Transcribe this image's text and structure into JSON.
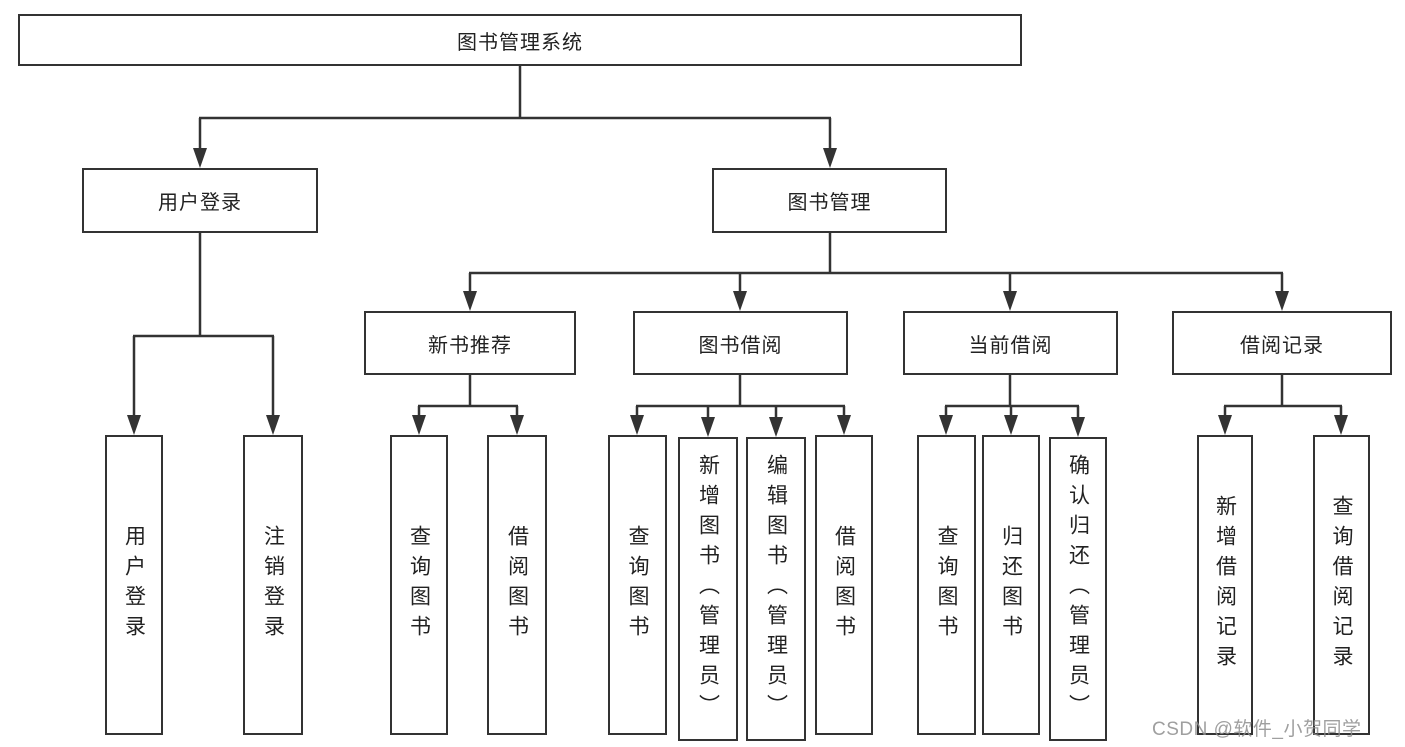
{
  "diagram": {
    "title": "图书管理系统",
    "branches": [
      {
        "label": "用户登录",
        "children": [
          {
            "label": "用户登录"
          },
          {
            "label": "注销登录"
          }
        ]
      },
      {
        "label": "图书管理",
        "children": [
          {
            "label": "新书推荐",
            "children": [
              {
                "label": "查询图书"
              },
              {
                "label": "借阅图书"
              }
            ]
          },
          {
            "label": "图书借阅",
            "children": [
              {
                "label": "查询图书"
              },
              {
                "label": "新增图书（管理员）"
              },
              {
                "label": "编辑图书（管理员）"
              },
              {
                "label": "借阅图书"
              }
            ]
          },
          {
            "label": "当前借阅",
            "children": [
              {
                "label": "查询图书"
              },
              {
                "label": "归还图书"
              },
              {
                "label": "确认归还（管理员）"
              }
            ]
          },
          {
            "label": "借阅记录",
            "children": [
              {
                "label": "新增借阅记录"
              },
              {
                "label": "查询借阅记录"
              }
            ]
          }
        ]
      }
    ],
    "colors": {
      "line": "#333333",
      "text": "#222222",
      "watermark": "#8e8e8e"
    }
  },
  "watermark": {
    "text": "CSDN @软件_小贺同学"
  }
}
